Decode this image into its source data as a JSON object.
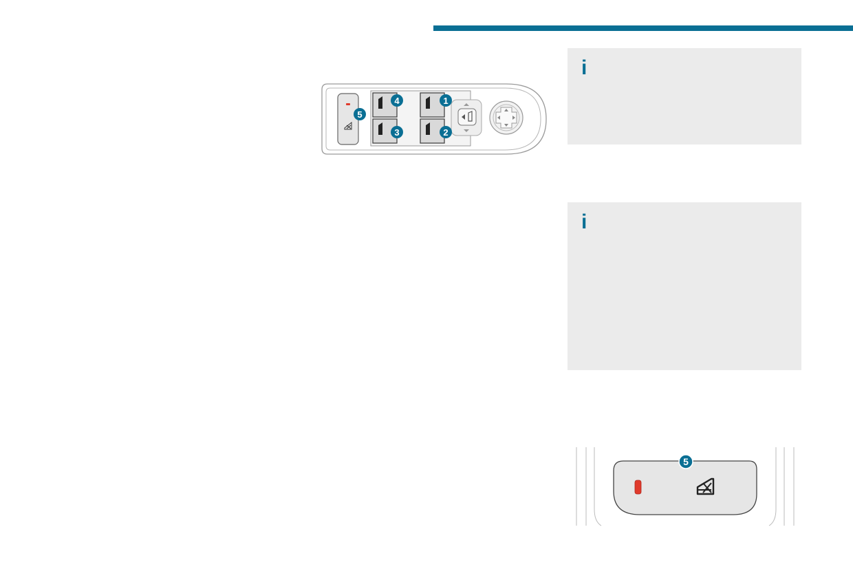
{
  "header": {
    "accent_color": "#0a6f94"
  },
  "info_boxes": [
    {
      "icon": "info-icon",
      "glyph": "i"
    },
    {
      "icon": "info-icon",
      "glyph": "i"
    }
  ],
  "window_control_panel": {
    "callouts": [
      "1",
      "2",
      "3",
      "4",
      "5"
    ],
    "icons": [
      "window-switch-icon",
      "mirror-selector-icon",
      "mirror-adjust-icon",
      "child-lock-icon"
    ],
    "indicator_color": "#e03a2c"
  },
  "child_lock_detail": {
    "callout": "5",
    "icons": [
      "indicator-lamp-icon",
      "child-lock-icon"
    ],
    "indicator_color": "#e03a2c"
  },
  "colors": {
    "callout_fill": "#0a6f94",
    "panel_fill": "#e6e6e6",
    "box_bg": "#ebebeb"
  }
}
